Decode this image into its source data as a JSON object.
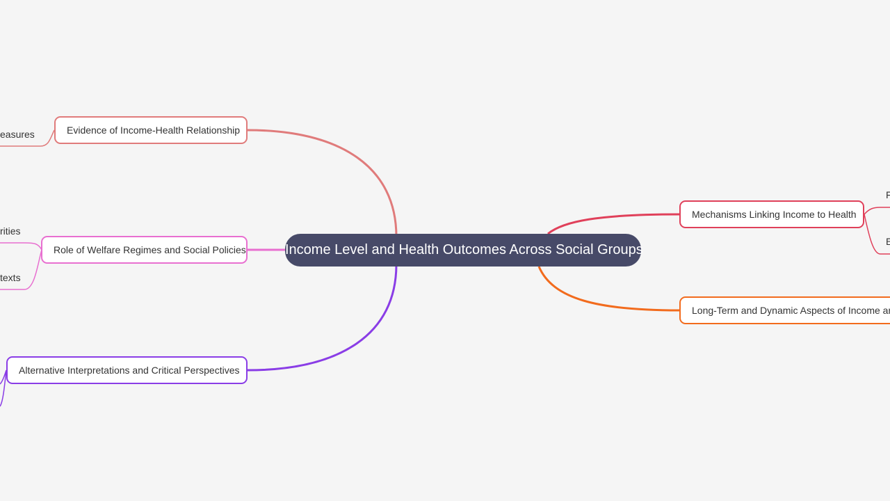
{
  "root": {
    "label": "Income Level and Health Outcomes Across Social Groups",
    "color": "#474a68"
  },
  "branches": {
    "evidence": {
      "label": "Evidence of Income-Health Relationship",
      "color": "#e07b7b",
      "leaf_1": "easures"
    },
    "welfare": {
      "label": "Role of Welfare Regimes and Social Policies",
      "color": "#e86fd0",
      "leaf_1": "rities",
      "leaf_2": "texts"
    },
    "alternative": {
      "label": "Alternative Interpretations and Critical Perspectives",
      "color": "#8a3de6"
    },
    "mechanisms": {
      "label": "Mechanisms Linking Income to Health",
      "color": "#e0405a",
      "leaf_1": "F",
      "leaf_2": "E"
    },
    "longterm": {
      "label": "Long-Term and Dynamic Aspects of Income and",
      "color": "#f26b1d"
    }
  }
}
